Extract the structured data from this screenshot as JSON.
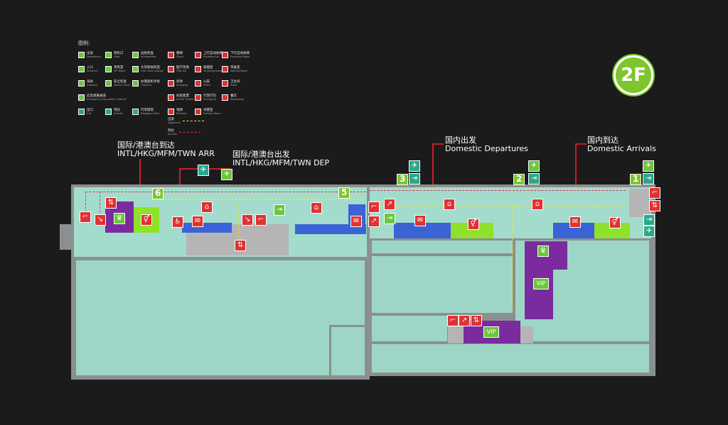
{
  "floor_badge": "2F",
  "legend": {
    "title": "图例:",
    "items": [
      {
        "zh": "出发",
        "en": "Departures",
        "icon": "departure-icon",
        "color": "#6cc63c"
      },
      {
        "zh": "登机口",
        "en": "Gate",
        "icon": "gate-icon",
        "color": "#6cc63c"
      },
      {
        "zh": "边防检查",
        "en": "Immigration",
        "icon": "immigration-icon",
        "color": "#6cc63c"
      },
      {
        "zh": "入口",
        "en": "Entrance",
        "icon": "entrance-icon",
        "color": "#6cc63c"
      },
      {
        "zh": "贵宾室",
        "en": "VIP Room",
        "icon": "vip-icon",
        "color": "#6cc63c"
      },
      {
        "zh": "头等舱候机室",
        "en": "First Class Lounge",
        "icon": "lounge-icon",
        "color": "#6cc63c"
      },
      {
        "zh": "海关",
        "en": "Customs",
        "icon": "customs-icon",
        "color": "#6cc63c"
      },
      {
        "zh": "安全检查",
        "en": "Safety Check",
        "icon": "security-icon",
        "color": "#6cc63c"
      },
      {
        "zh": "办理登机手续",
        "en": "Check-in",
        "icon": "checkin-icon",
        "color": "#6cc63c"
      },
      {
        "zh": "应急疏散通道",
        "en": "Emergency Evacuation Channel",
        "icon": "emergency-exit-icon",
        "color": "#6cc63c"
      },
      {
        "zh": "出口",
        "en": "Exit",
        "icon": "exit-icon",
        "color": "#2aa88a"
      },
      {
        "zh": "到达",
        "en": "Arrivals",
        "icon": "arrival-icon",
        "color": "#2aa88a"
      },
      {
        "zh": "行李提取",
        "en": "Baggage Claim",
        "icon": "baggage-claim-icon",
        "color": "#2aa88a"
      },
      {
        "zh": "楼梯",
        "en": "Stairs",
        "icon": "stairs-icon",
        "color": "#e03232"
      },
      {
        "zh": "上行自动扶梯",
        "en": "Escalator Up",
        "icon": "escalator-up-icon",
        "color": "#e03232"
      },
      {
        "zh": "下行自动扶梯",
        "en": "Escalator Down",
        "icon": "escalator-down-icon",
        "color": "#e03232"
      },
      {
        "zh": "医疗急救",
        "en": "First Aid",
        "icon": "first-aid-icon",
        "color": "#e03232"
      },
      {
        "zh": "吸烟室",
        "en": "Smoking Room",
        "icon": "smoking-icon",
        "color": "#e03232"
      },
      {
        "zh": "等候室",
        "en": "Waiting Room",
        "icon": "waiting-icon",
        "color": "#e03232"
      },
      {
        "zh": "商场",
        "en": "Shopping",
        "icon": "shopping-icon",
        "color": "#e03232"
      },
      {
        "zh": "公安",
        "en": "Police",
        "icon": "police-icon",
        "color": "#e03232"
      },
      {
        "zh": "卫生间",
        "en": "Toilet",
        "icon": "toilet-icon",
        "color": "#e03232"
      },
      {
        "zh": "民航售票",
        "en": "Airline Tickets",
        "icon": "tickets-icon",
        "color": "#e03232"
      },
      {
        "zh": "行李打包",
        "en": "Packaging",
        "icon": "packaging-icon",
        "color": "#e03232"
      },
      {
        "zh": "餐饮",
        "en": "Restaurant",
        "icon": "restaurant-icon",
        "color": "#e03232"
      },
      {
        "zh": "电梯",
        "en": "Elevator",
        "icon": "elevator-icon",
        "color": "#e03232"
      },
      {
        "zh": "母婴室",
        "en": "Nursing Room",
        "icon": "nursing-icon",
        "color": "#e03232"
      }
    ],
    "routes": [
      {
        "zh": "出发",
        "en": "Departure",
        "color": "#e8e83a"
      },
      {
        "zh": "到达",
        "en": "Arrivals",
        "color": "#d8344a"
      }
    ]
  },
  "callouts": [
    {
      "zh": "国际/港澳台到达",
      "en": "INTL/HKG/MFM/TWN ARR"
    },
    {
      "zh": "国际/港澳台出发",
      "en": "INTL/HKG/MFM/TWN DEP"
    },
    {
      "zh": "国内出发",
      "en": "Domestic Departures"
    },
    {
      "zh": "国内到达",
      "en": "Domestic Arrivals"
    }
  ],
  "gates": [
    "6",
    "5",
    "3",
    "2",
    "1"
  ],
  "vip_label": "VIP"
}
